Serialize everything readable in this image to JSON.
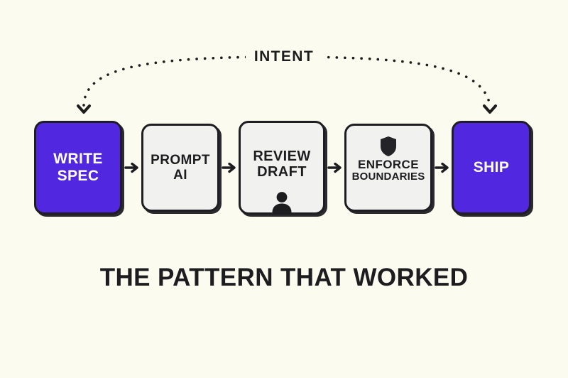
{
  "canvas": {
    "background_color": "#fbfbf0",
    "accent_color": "#5227e0",
    "plain_color": "#f1f1ef",
    "stroke_color": "#1e1e22"
  },
  "intent_arc": {
    "label": "INTENT",
    "style": "dotted",
    "from_node": "WRITE SPEC",
    "to_node": "SHIP",
    "arrowhead": "chevron-down"
  },
  "flow": {
    "nodes": [
      {
        "id": "write-spec",
        "label": "WRITE\nSPEC",
        "line1": "WRITE",
        "line2": "SPEC",
        "variant": "accent",
        "icon": null
      },
      {
        "id": "prompt-ai",
        "label": "PROMPT\nAI",
        "line1": "PROMPT",
        "line2": "AI",
        "variant": "plain",
        "icon": null
      },
      {
        "id": "review-draft",
        "label": "REVIEW\nDRAFT",
        "line1": "REVIEW",
        "line2": "DRAFT",
        "variant": "plain",
        "icon": "person-icon"
      },
      {
        "id": "enforce-boundaries",
        "label": "ENFORCE\nBOUNDARIES",
        "line1": "ENFORCE",
        "line2": "BOUNDARIES",
        "variant": "plain",
        "icon": "shield-icon"
      },
      {
        "id": "ship",
        "label": "SHIP",
        "line1": "SHIP",
        "line2": "",
        "variant": "accent",
        "icon": null
      }
    ],
    "connector_icon": "arrow-right-icon",
    "connector_count": 4
  },
  "caption": {
    "text": "THE PATTERN THAT WORKED"
  }
}
